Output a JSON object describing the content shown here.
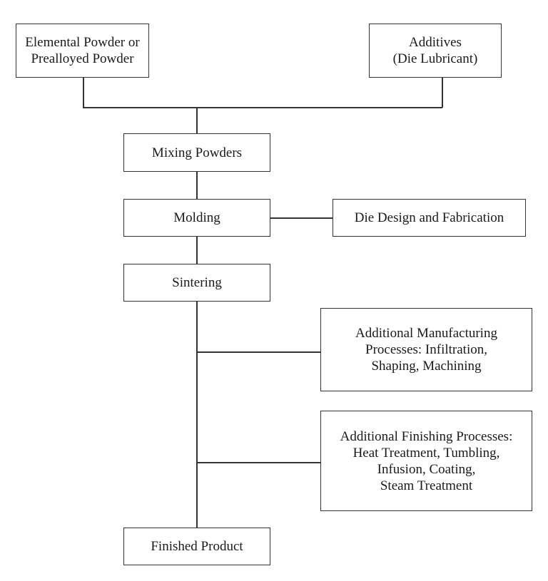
{
  "diagram": {
    "nodes": {
      "powder": {
        "lines": [
          "Elemental Powder or",
          "Prealloyed Powder"
        ]
      },
      "additives": {
        "lines": [
          "Additives",
          "(Die Lubricant)"
        ]
      },
      "mixing": {
        "lines": [
          "Mixing Powders"
        ]
      },
      "molding": {
        "lines": [
          "Molding"
        ]
      },
      "die": {
        "lines": [
          "Die Design and Fabrication"
        ]
      },
      "sintering": {
        "lines": [
          "Sintering"
        ]
      },
      "manufacturing": {
        "lines": [
          "Additional Manufacturing",
          "Processes: Infiltration,",
          "Shaping, Machining"
        ]
      },
      "finishing": {
        "lines": [
          "Additional Finishing Processes:",
          "Heat Treatment, Tumbling,",
          "Infusion, Coating,",
          "Steam Treatment"
        ]
      },
      "finished": {
        "lines": [
          "Finished Product"
        ]
      }
    },
    "edges": [
      {
        "from": "powder",
        "to": "mixing"
      },
      {
        "from": "additives",
        "to": "mixing"
      },
      {
        "from": "mixing",
        "to": "molding"
      },
      {
        "from": "die",
        "to": "molding"
      },
      {
        "from": "molding",
        "to": "sintering"
      },
      {
        "from": "sintering",
        "to": "manufacturing"
      },
      {
        "from": "sintering",
        "to": "finishing"
      },
      {
        "from": "sintering",
        "to": "finished"
      }
    ]
  }
}
